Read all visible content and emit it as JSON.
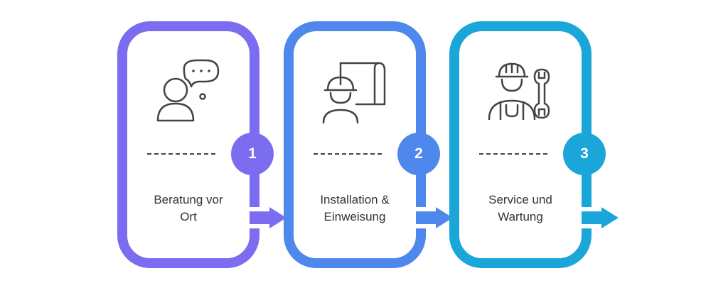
{
  "steps": [
    {
      "number": "1",
      "label_line1": "Beratung vor",
      "label_line2": "Ort",
      "icon": "consultation-speech-icon",
      "color": "#7b6cf0"
    },
    {
      "number": "2",
      "label_line1": "Installation &",
      "label_line2": "Einweisung",
      "icon": "engineer-blueprint-icon",
      "color": "#4f88ec"
    },
    {
      "number": "3",
      "label_line1": "Service und",
      "label_line2": "Wartung",
      "icon": "technician-wrench-icon",
      "color": "#1aa6d9"
    }
  ]
}
